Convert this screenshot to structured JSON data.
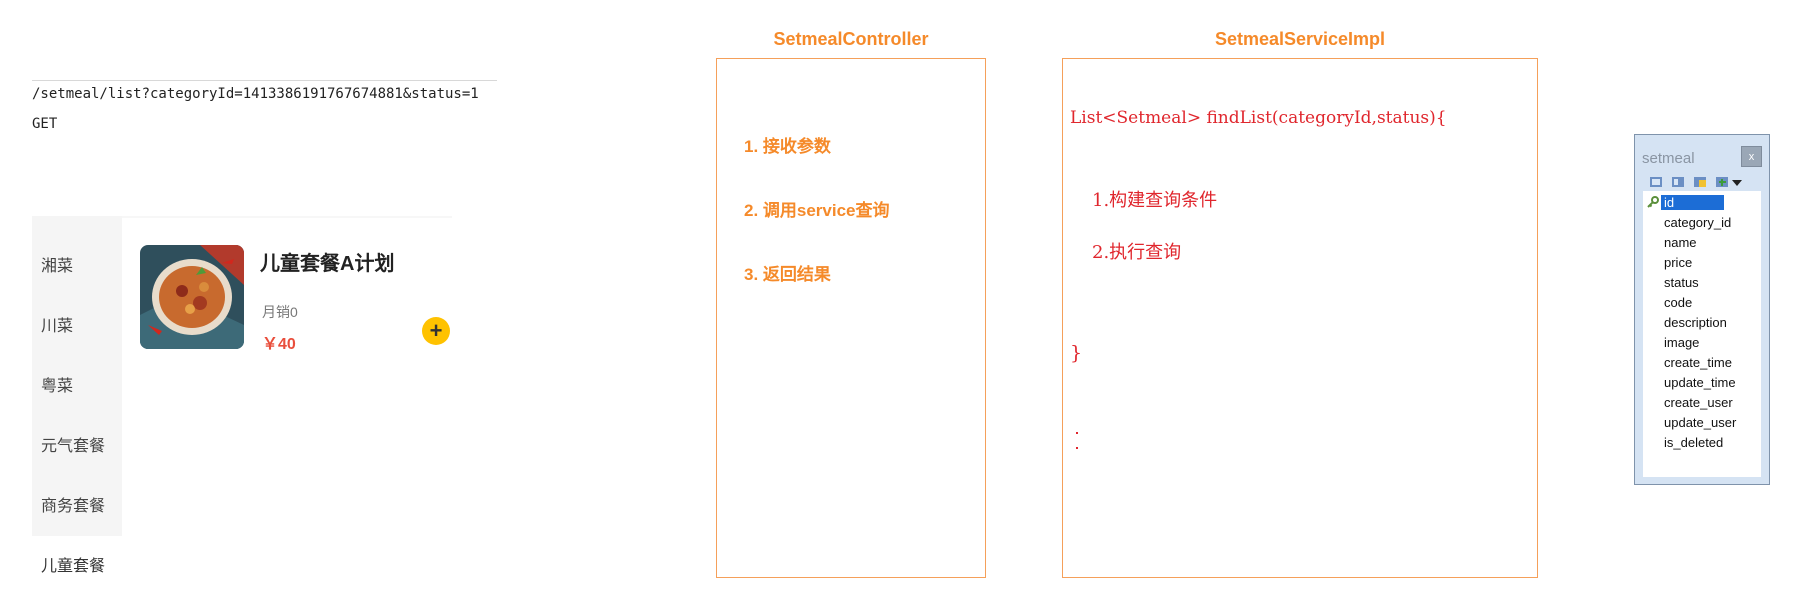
{
  "request": {
    "url": "/setmeal/list?categoryId=1413386191767674881&status=1",
    "method": "GET"
  },
  "menu": {
    "categories": [
      "湘菜",
      "川菜",
      "粤菜",
      "元气套餐",
      "商务套餐",
      "儿童套餐"
    ],
    "dish": {
      "name": "儿童套餐A计划",
      "sales": "月销0",
      "price": "￥40",
      "add": "+"
    }
  },
  "controller": {
    "title": "SetmealController",
    "steps": [
      "1. 接收参数",
      "2. 调用service查询",
      "3. 返回结果"
    ]
  },
  "service": {
    "title": "SetmealServiceImpl",
    "signature": "List<Setmeal> findList(categoryId,status){",
    "steps": [
      "1.构建查询条件",
      "2.执行查询"
    ],
    "close": "}"
  },
  "table": {
    "name": "setmeal",
    "close": "x",
    "fields": [
      "id",
      "category_id",
      "name",
      "price",
      "status",
      "code",
      "description",
      "image",
      "create_time",
      "update_time",
      "create_user",
      "update_user",
      "is_deleted"
    ],
    "selected": "id"
  },
  "colors": {
    "accent_orange": "#f58a2a",
    "code_red": "#e0262d",
    "price_red": "#e94e3c",
    "add_yellow": "#ffc200"
  }
}
